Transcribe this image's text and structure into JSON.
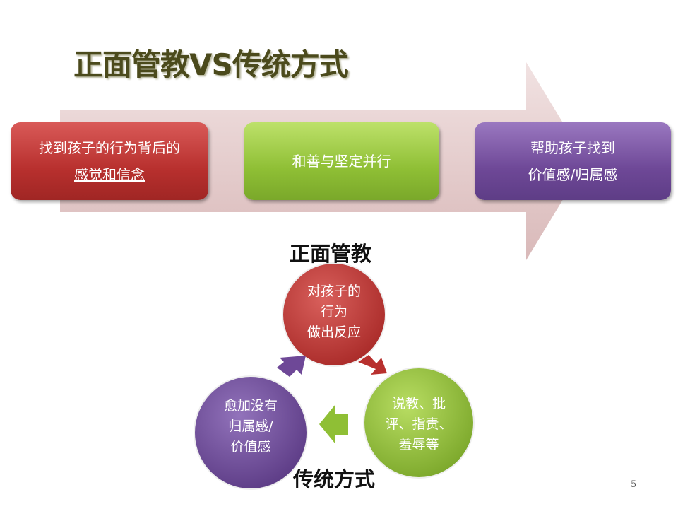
{
  "title": "正面管教VS传统方式",
  "positive": {
    "label": "正面管教",
    "steps": [
      {
        "line1": "找到孩子的行为背后的",
        "line2": "感觉和信念"
      },
      {
        "line1": "和善与坚定并行"
      },
      {
        "line1": "帮助孩子找到",
        "line2": "价值感/归属感"
      }
    ]
  },
  "traditional": {
    "label": "传统方式",
    "cycle": [
      {
        "line1": "对孩子的",
        "line2": "行为",
        "line3": "做出反应"
      },
      {
        "line1": "说教、批",
        "line2": "评、指责、",
        "line3": "羞辱等"
      },
      {
        "line1": "愈加没有",
        "line2": "归属感/",
        "line3": "价值感"
      }
    ]
  },
  "page_number": "5",
  "colors": {
    "red": "#b8302e",
    "green": "#8fbf35",
    "purple": "#6e4897",
    "title": "#4b4a1c"
  }
}
